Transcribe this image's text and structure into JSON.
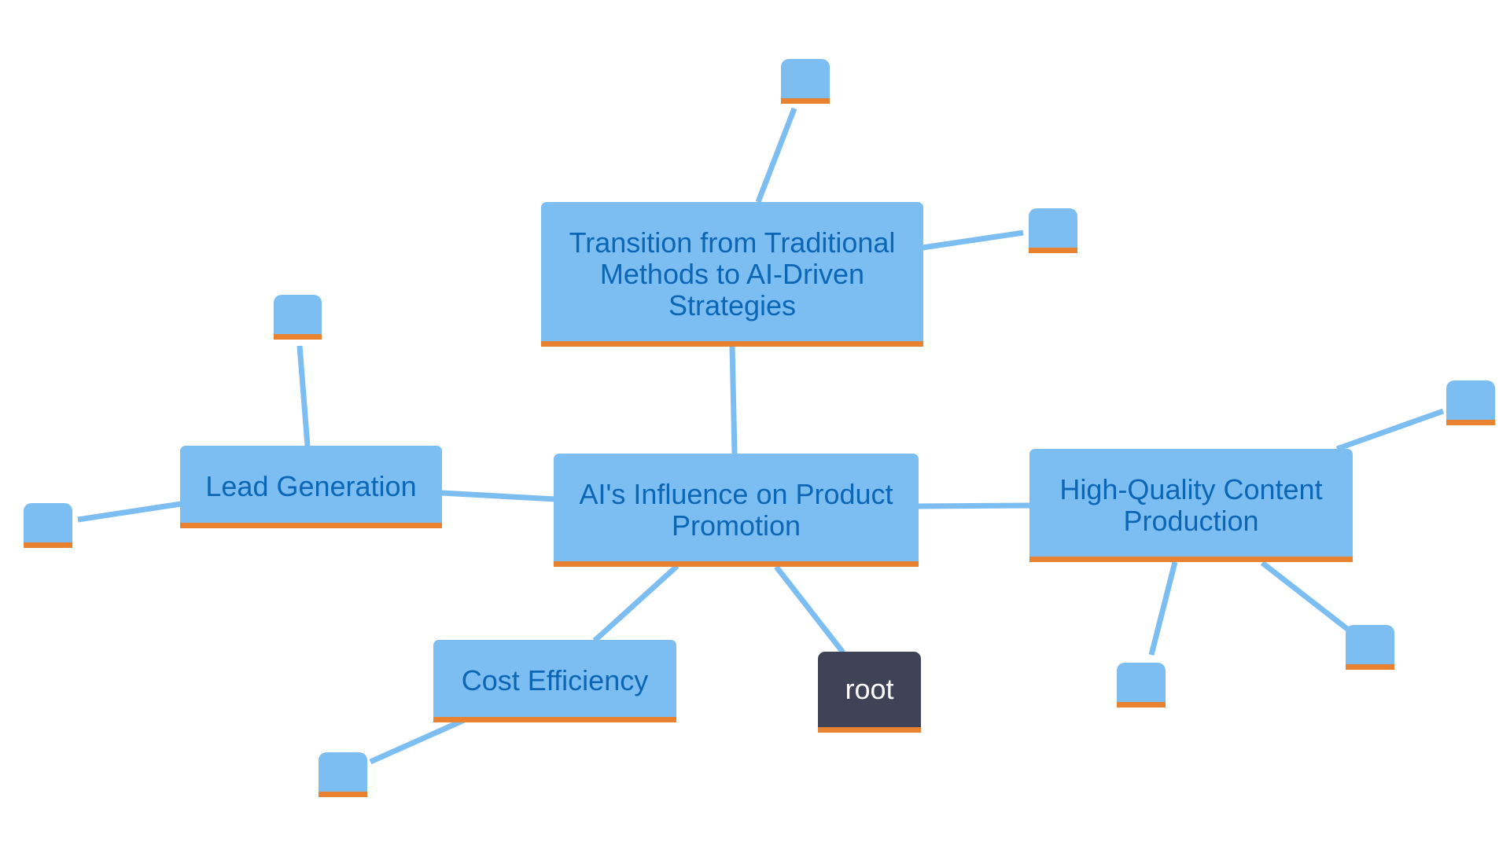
{
  "diagram": {
    "type": "mind-map",
    "colors": {
      "node_fill": "#7cbef1",
      "node_text": "#0b66b5",
      "node_underline": "#e98230",
      "connector": "#7cbef1",
      "root_fill": "#3f4358",
      "root_text": "#ffffff"
    },
    "center": {
      "label": "AI's Influence on Product\nPromotion"
    },
    "branches": {
      "transition": {
        "label": "Transition from Traditional\nMethods to AI-Driven\nStrategies",
        "leaf_count": 2
      },
      "lead_generation": {
        "label": "Lead Generation",
        "leaf_count": 2
      },
      "content": {
        "label": "High-Quality Content\nProduction",
        "leaf_count": 3
      },
      "cost": {
        "label": "Cost Efficiency",
        "leaf_count": 1
      },
      "root": {
        "label": "root"
      }
    }
  }
}
